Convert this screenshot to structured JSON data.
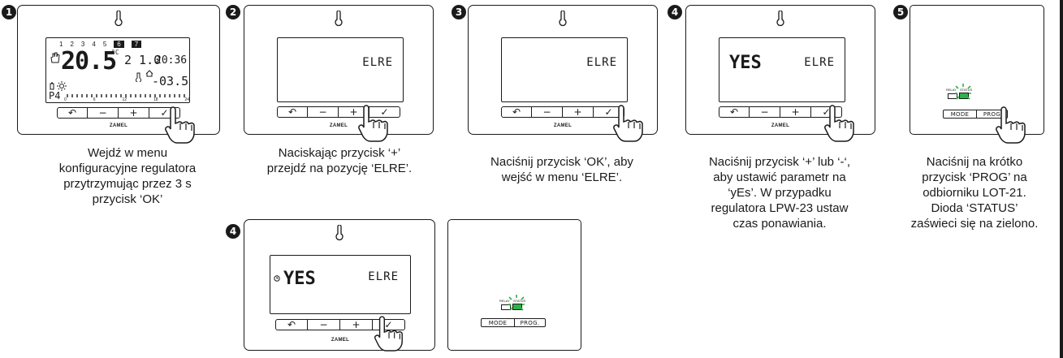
{
  "steps": {
    "s1": {
      "number": "1",
      "caption": [
        "Wejdź w menu",
        "konfiguracyjne regulatora",
        "przytrzymując przez 3 s",
        "przycisk ‘OK’"
      ]
    },
    "s2": {
      "number": "2",
      "caption": [
        "Naciskając przycisk ‘+’",
        "przejdź na pozycję ‘ELRE’."
      ]
    },
    "s3": {
      "number": "3",
      "caption": [
        "Naciśnij przycisk ‘OK’, aby",
        "wejść w menu ‘ELRE’."
      ]
    },
    "s4": {
      "number": "4",
      "caption": [
        "Naciśnij przycisk ‘+’ lub ‘-‘,",
        "aby ustawić parametr na",
        "‘yEs’. W przypadku",
        "regulatora LPW-23 ustaw",
        "czas ponawiania."
      ]
    },
    "s5": {
      "number": "5",
      "caption": [
        "Naciśnij na krótko",
        "przycisk ‘PROG’ na",
        "odbiorniku LOT-21.",
        "Dioda ‘STATUS’",
        "zaświeci się na zielono."
      ]
    },
    "s6": {
      "number": "4"
    }
  },
  "thermostat": {
    "brand": "ZAMEL",
    "buttons": {
      "back": "↶",
      "minus": "−",
      "plus": "+",
      "ok": "✓"
    },
    "menu_item": "ELRE",
    "yes_value": "YES",
    "home_screen": {
      "days": [
        "1",
        "2",
        "3",
        "4",
        "5",
        "6",
        "7"
      ],
      "temperature": "20.5",
      "temp_unit": "°C",
      "date": "2 1.0",
      "time": "20:36",
      "outdoor": "-03.5",
      "program": "P4",
      "scale": [
        "0",
        "6",
        "12",
        "18",
        "24"
      ]
    }
  },
  "receiver": {
    "mode_label": "MODE",
    "prog_label": "PROG",
    "prog_label_alt": "PROG.",
    "relay_label": "RELAY",
    "status_label": "STATUS",
    "led_color": "#2db34a"
  }
}
